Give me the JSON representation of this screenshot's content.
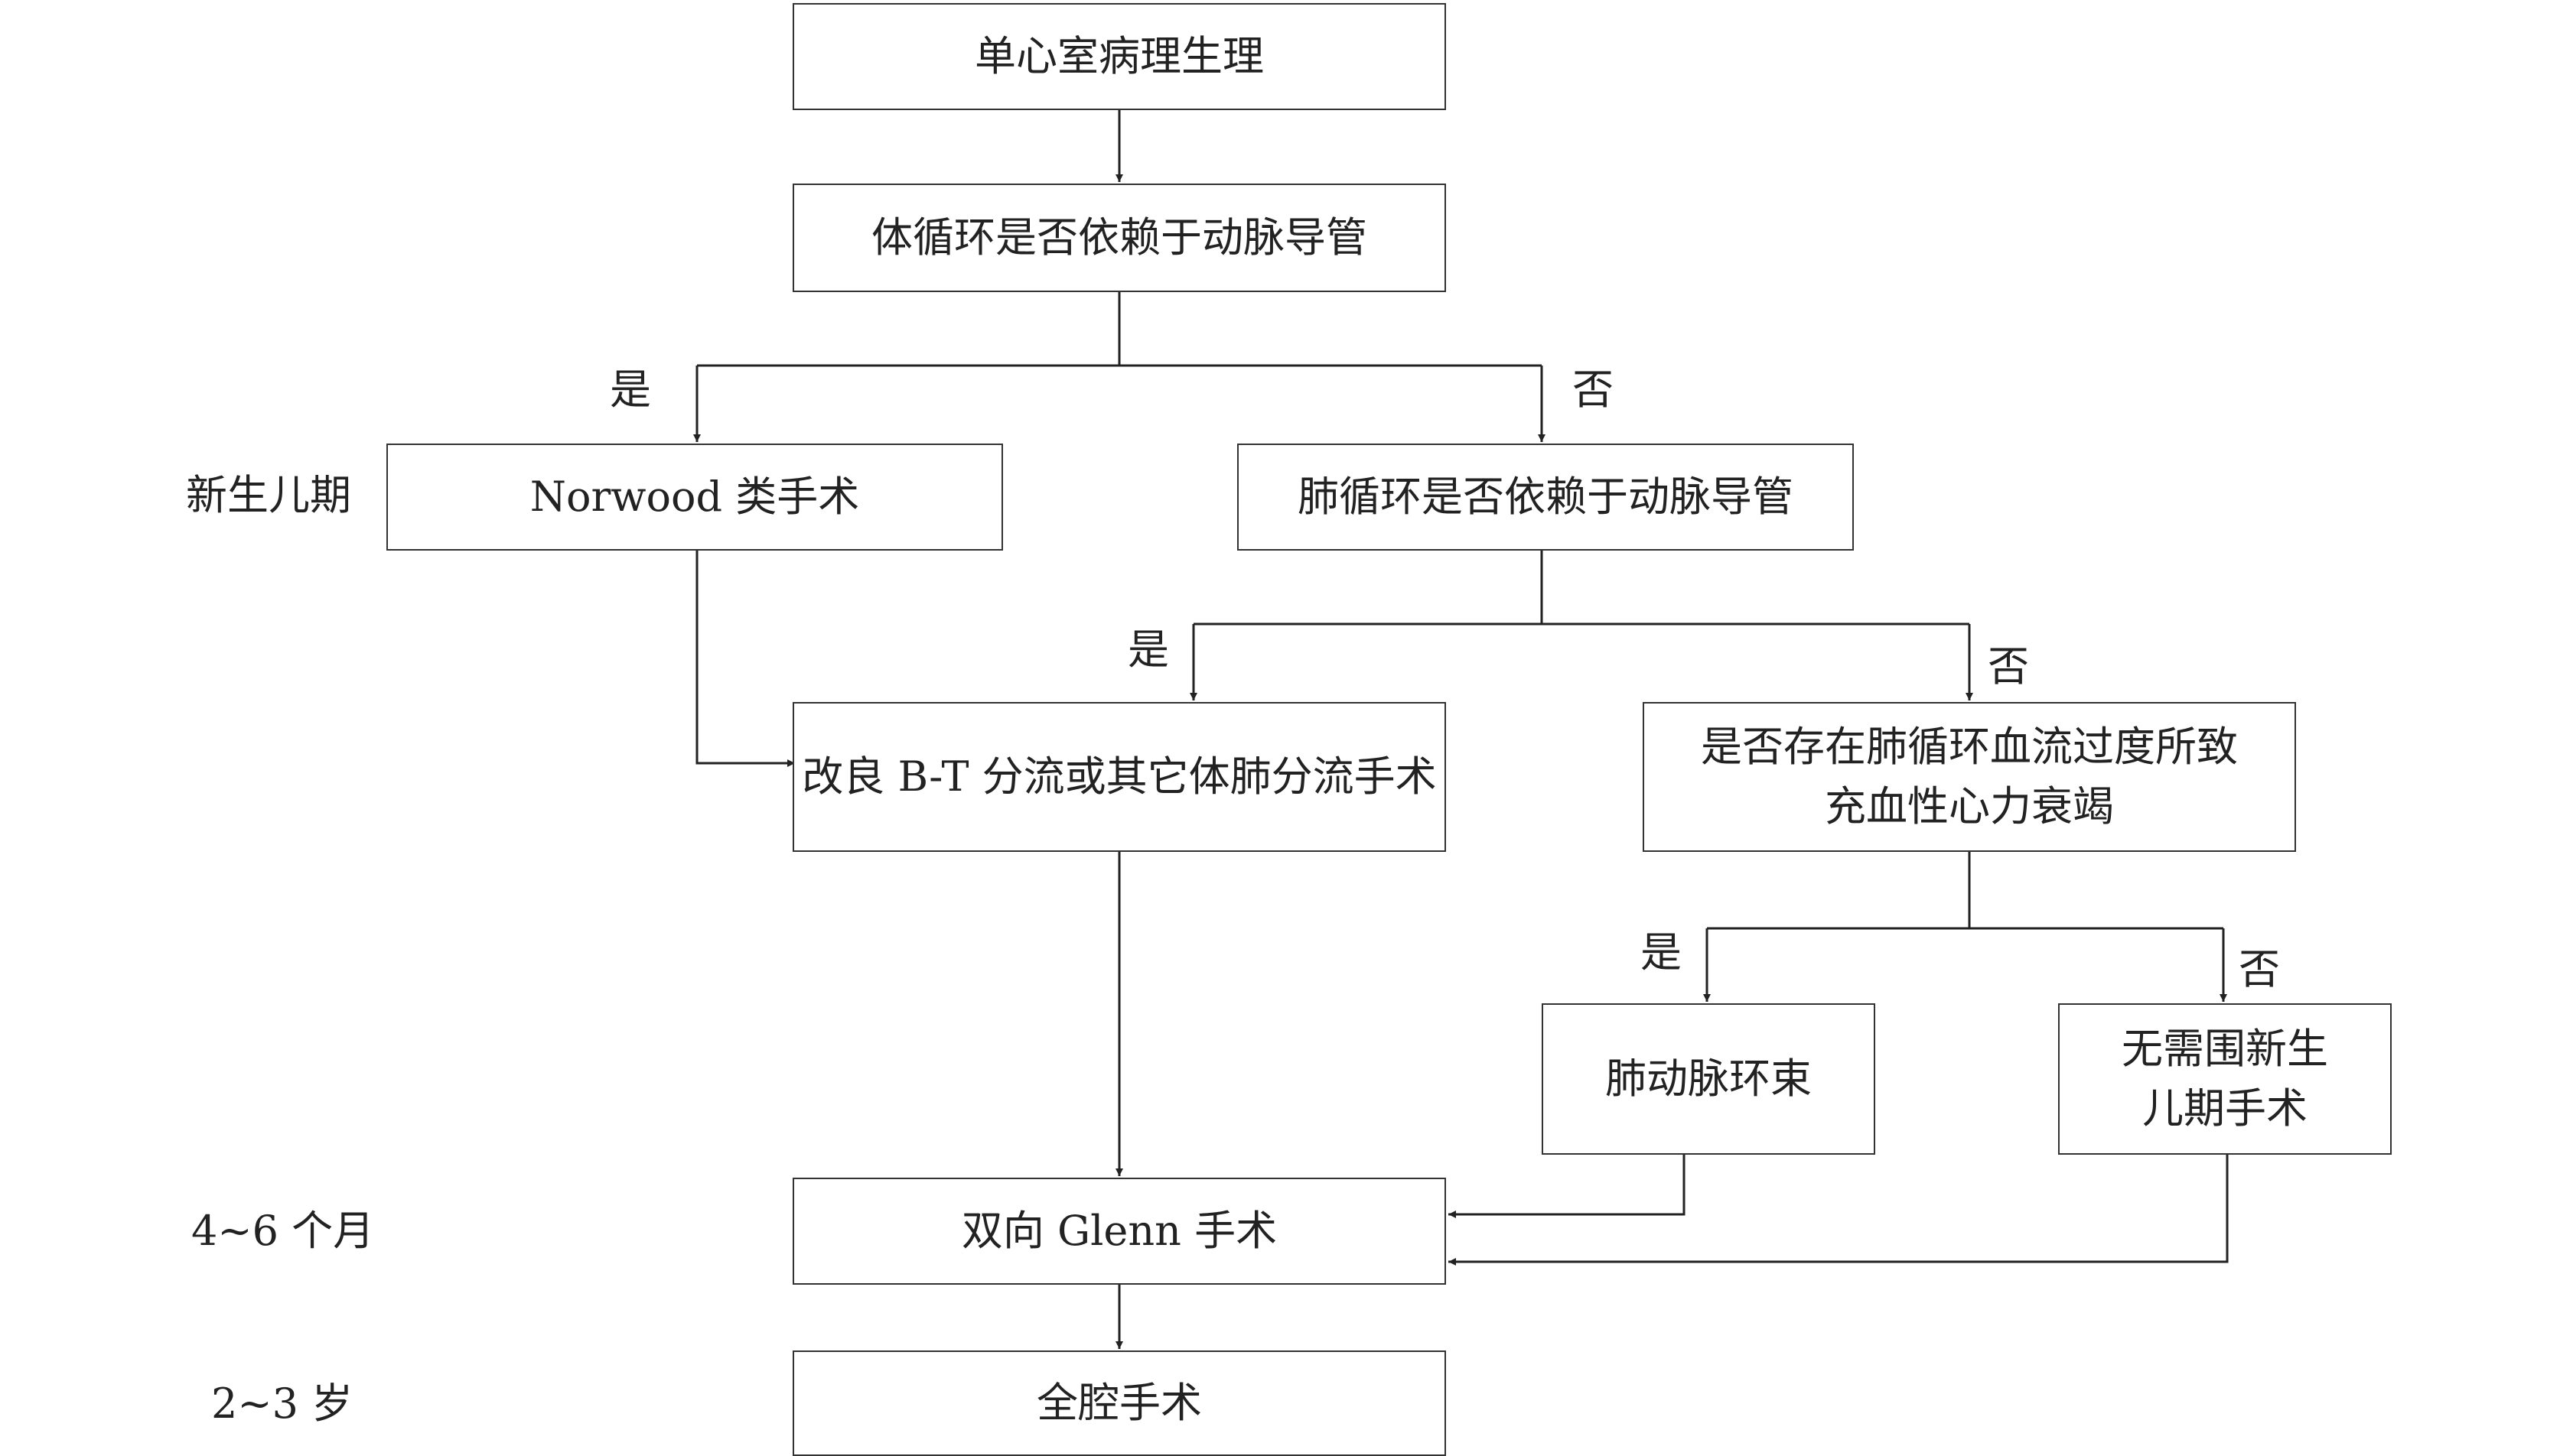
{
  "nodes": {
    "n1": "单心室病理生理",
    "n2": "体循环是否依赖于动脉导管",
    "n3": "Norwood 类手术",
    "n4": "肺循环是否依赖于动脉导管",
    "n5": "改良 B-T 分流或其它体肺分流手术",
    "n6_line1": "是否存在肺循环血流过度所致",
    "n6_line2": "充血性心力衰竭",
    "n7": "肺动脉环束",
    "n8_line1": "无需围新生",
    "n8_line2": "儿期手术",
    "n9": "双向 Glenn 手术",
    "n10": "全腔手术"
  },
  "edge_labels": {
    "yes": "是",
    "no": "否"
  },
  "stages": {
    "neonatal": "新生儿期",
    "months": "4~6 个月",
    "years": "2~3 岁"
  }
}
